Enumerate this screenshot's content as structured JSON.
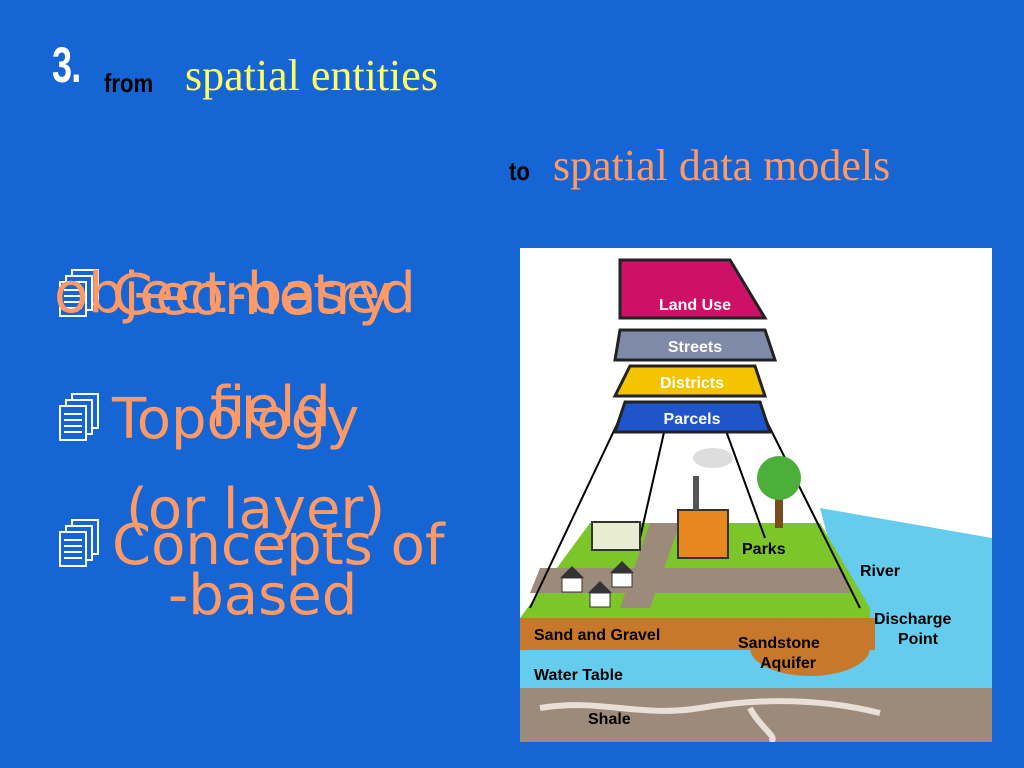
{
  "title": {
    "number": "3.",
    "from": "from",
    "entities": "spatial entities",
    "to": "to",
    "models": "spatial data models"
  },
  "bullets": [
    {
      "text": "Geometry",
      "icon": "notes-icon"
    },
    {
      "text": "Topology",
      "icon": "notes-icon"
    },
    {
      "text": "Concepts of",
      "icon": "notes-icon"
    }
  ],
  "overlay": {
    "line1": "object-based",
    "line2": "field",
    "line3": "(or layer)",
    "line4": "-based"
  },
  "diagram": {
    "layers": [
      "Land Use",
      "Streets",
      "Districts",
      "Parcels"
    ],
    "ground": {
      "parks": "Parks",
      "river": "River",
      "discharge1": "Discharge",
      "discharge2": "Point",
      "sand": "Sand and Gravel",
      "sandstone1": "Sandstone",
      "sandstone2": "Aquifer",
      "water": "Water Table",
      "shale": "Shale"
    },
    "colors": {
      "landuse": "#cc1166",
      "streets": "#7f8aa8",
      "districts": "#f5c400",
      "parcels": "#1f55c9",
      "grass": "#7cc62a",
      "sand": "#c8782a",
      "water": "#66ccee",
      "shale": "#9c8a7a"
    }
  }
}
